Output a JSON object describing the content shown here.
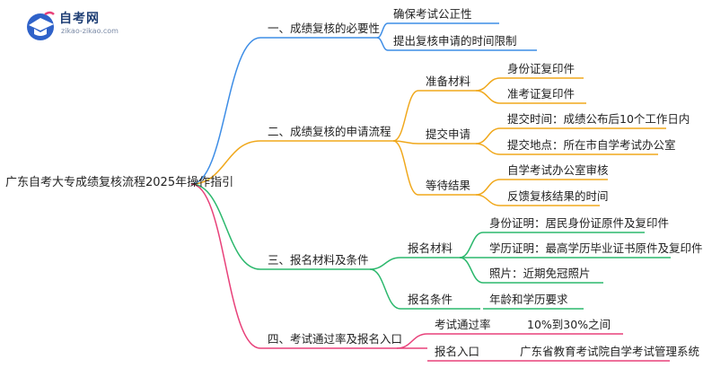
{
  "brand": {
    "name": "自考网",
    "url": "zikao-zikao.com"
  },
  "root": "广东自考大专成绩复核流程2025年操作指引",
  "colors": {
    "blue": "#3d8de6",
    "orange": "#f0a81c",
    "green": "#2cb86d",
    "pink": "#e8417a"
  },
  "branches": [
    {
      "label": "一、成绩复核的必要性",
      "children": [
        {
          "label": "确保考试公正性"
        },
        {
          "label": "提出复核申请的时间限制"
        }
      ]
    },
    {
      "label": "二、成绩复核的申请流程",
      "children": [
        {
          "label": "准备材料",
          "children": [
            {
              "label": "身份证复印件"
            },
            {
              "label": "准考证复印件"
            }
          ]
        },
        {
          "label": "提交申请",
          "children": [
            {
              "label": "提交时间：成绩公布后10个工作日内"
            },
            {
              "label": "提交地点：所在市自学考试办公室"
            }
          ]
        },
        {
          "label": "等待结果",
          "children": [
            {
              "label": "自学考试办公室审核"
            },
            {
              "label": "反馈复核结果的时间"
            }
          ]
        }
      ]
    },
    {
      "label": "三、报名材料及条件",
      "children": [
        {
          "label": "报名材料",
          "children": [
            {
              "label": "身份证明：居民身份证原件及复印件"
            },
            {
              "label": "学历证明：最高学历毕业证书原件及复印件"
            },
            {
              "label": "照片：近期免冠照片"
            }
          ]
        },
        {
          "label": "报名条件",
          "children": [
            {
              "label": "年龄和学历要求"
            }
          ]
        }
      ]
    },
    {
      "label": "四、考试通过率及报名入口",
      "children": [
        {
          "label": "考试通过率",
          "children": [
            {
              "label": "10%到30%之间"
            }
          ]
        },
        {
          "label": "报名入口",
          "children": [
            {
              "label": "广东省教育考试院自学考试管理系统"
            }
          ]
        }
      ]
    }
  ]
}
